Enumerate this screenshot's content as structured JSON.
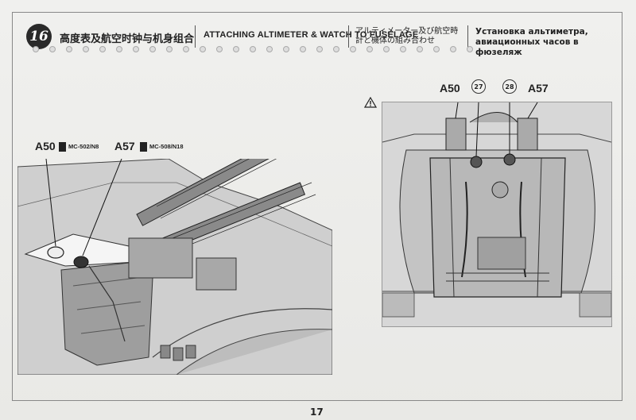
{
  "header": {
    "step_number": "16",
    "title_cn": "高度表及航空时钟与机身组合",
    "title_en": "ATTACHING ALTIMETER & WATCH TO FUSELAGE",
    "title_jp": "アルティメーター及び航空時計と機体の組み合わせ",
    "title_ru": "Установка альтиметра, авиационных часов в фюзеляж"
  },
  "left_view": {
    "parts": [
      {
        "id": "A50",
        "paint": "MC-502/N8"
      },
      {
        "id": "A57",
        "paint": "MC-508/N18"
      }
    ]
  },
  "right_view": {
    "warning_icon": "warning-triangle-icon",
    "labels": [
      {
        "id": "A50"
      },
      {
        "id": "A57"
      }
    ],
    "callouts": [
      "27",
      "28"
    ]
  },
  "footer": {
    "page_number": "17"
  },
  "colors": {
    "line": "#222222",
    "panel_fill": "#d6d6d6",
    "fuselage_fill": "#c7c7c7"
  }
}
